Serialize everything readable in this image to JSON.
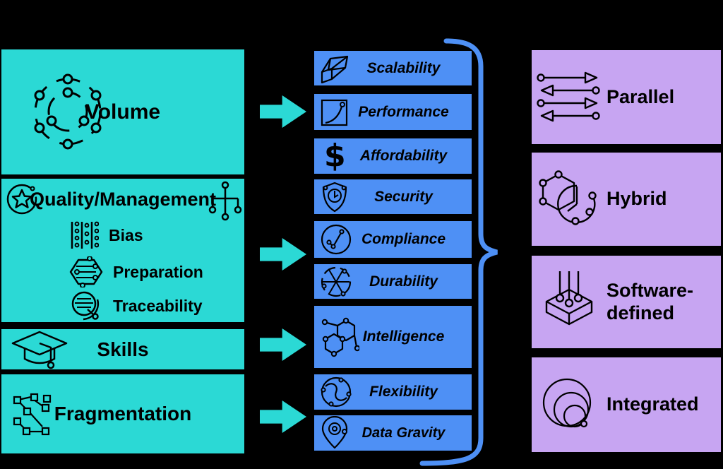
{
  "diagram": {
    "description": "Data challenges mapped through requirements to storage approaches",
    "colors": {
      "background": "#000000",
      "challenge_teal": "#2BD9D5",
      "requirement_blue": "#4E90F5",
      "approach_purple": "#C7A5F2",
      "brace_blue": "#4E90F5",
      "text": "#000000"
    }
  },
  "left": {
    "items": [
      {
        "label": "Volume",
        "icon": "volume-icon"
      },
      {
        "label": "Quality/Management",
        "icon_left": "star-circle-icon",
        "icon_right": "hierarchy-icon",
        "sub": [
          {
            "label": "Bias",
            "icon": "bias-icon"
          },
          {
            "label": "Preparation",
            "icon": "preparation-icon"
          },
          {
            "label": "Traceability",
            "icon": "traceability-icon"
          }
        ]
      },
      {
        "label": "Skills",
        "icon": "graduation-cap-icon"
      },
      {
        "label": "Fragmentation",
        "icon": "fragmentation-icon"
      }
    ]
  },
  "middle": {
    "dollar_glyph": "$",
    "items": [
      {
        "label": "Scalability",
        "icon": "scalability-icon"
      },
      {
        "label": "Performance",
        "icon": "performance-icon"
      },
      {
        "label": "Affordability",
        "icon": "dollar-icon"
      },
      {
        "label": "Security",
        "icon": "security-shield-icon"
      },
      {
        "label": "Compliance",
        "icon": "compliance-check-icon"
      },
      {
        "label": "Durability",
        "icon": "durability-wheel-icon"
      },
      {
        "label": "Intelligence",
        "icon": "intelligence-hexagons-icon"
      },
      {
        "label": "Flexibility",
        "icon": "flexibility-swirl-icon"
      },
      {
        "label": "Data Gravity",
        "icon": "data-gravity-pin-icon"
      }
    ]
  },
  "right": {
    "items": [
      {
        "label": "Parallel",
        "icon": "parallel-arrows-icon"
      },
      {
        "label": "Hybrid",
        "icon": "hybrid-hexagon-circle-icon"
      },
      {
        "label": "Software-defined",
        "icon": "software-defined-box-icon"
      },
      {
        "label": "Integrated",
        "icon": "integrated-circles-icon"
      }
    ]
  }
}
